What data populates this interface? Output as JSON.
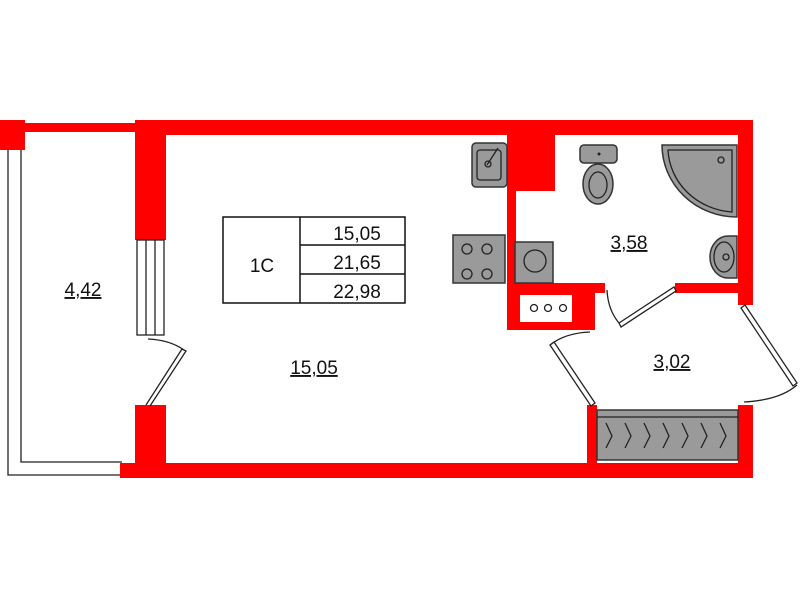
{
  "plan": {
    "apartment_type": "1С",
    "summary_areas": [
      "15,05",
      "21,65",
      "22,98"
    ],
    "rooms": {
      "balcony": "4,42",
      "living": "15,05",
      "bathroom": "3,58",
      "hall": "3,02"
    }
  },
  "colors": {
    "wall": "#ff0000",
    "fixture": "#9a9a9a"
  }
}
